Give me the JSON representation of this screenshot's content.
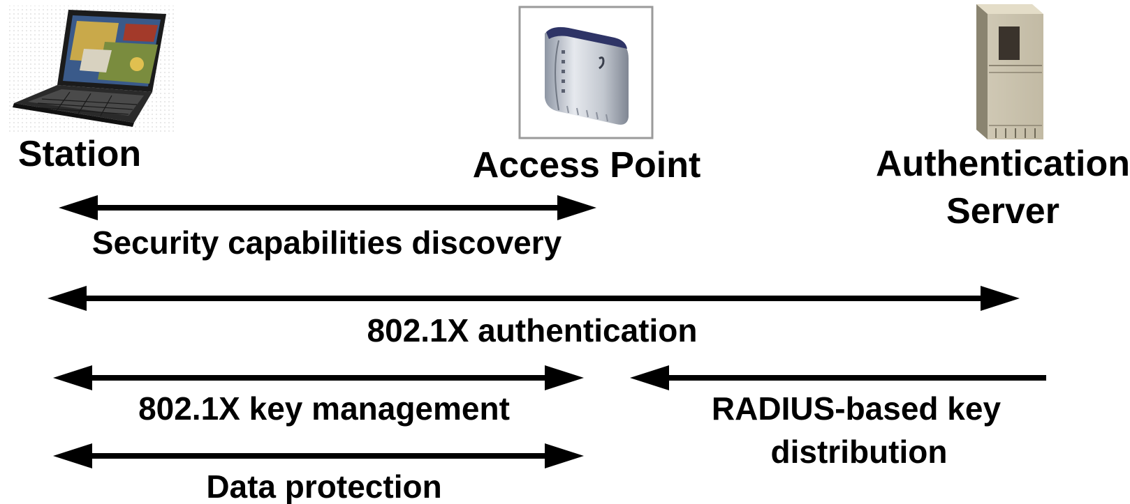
{
  "nodes": {
    "station": {
      "label": "Station",
      "icon": "laptop-icon"
    },
    "access_point": {
      "label": "Access Point",
      "icon": "access-point-icon"
    },
    "auth_server": {
      "label_line1": "Authentication",
      "label_line2": "Server",
      "icon": "server-icon"
    }
  },
  "flows": {
    "discovery": {
      "label": "Security capabilities discovery",
      "from": "station",
      "to": "access_point",
      "direction": "bidirectional"
    },
    "auth": {
      "label": "802.1X authentication",
      "from": "station",
      "to": "auth_server",
      "direction": "bidirectional"
    },
    "key_mgmt": {
      "label": "802.1X key management",
      "from": "station",
      "to": "access_point",
      "direction": "bidirectional"
    },
    "radius": {
      "label_line1": "RADIUS-based key",
      "label_line2": "distribution",
      "from": "auth_server",
      "to": "access_point",
      "direction": "unidirectional"
    },
    "data_protection": {
      "label": "Data protection",
      "from": "station",
      "to": "access_point",
      "direction": "bidirectional"
    }
  },
  "colors": {
    "line": "#000000",
    "text": "#000000",
    "background": "#ffffff"
  }
}
